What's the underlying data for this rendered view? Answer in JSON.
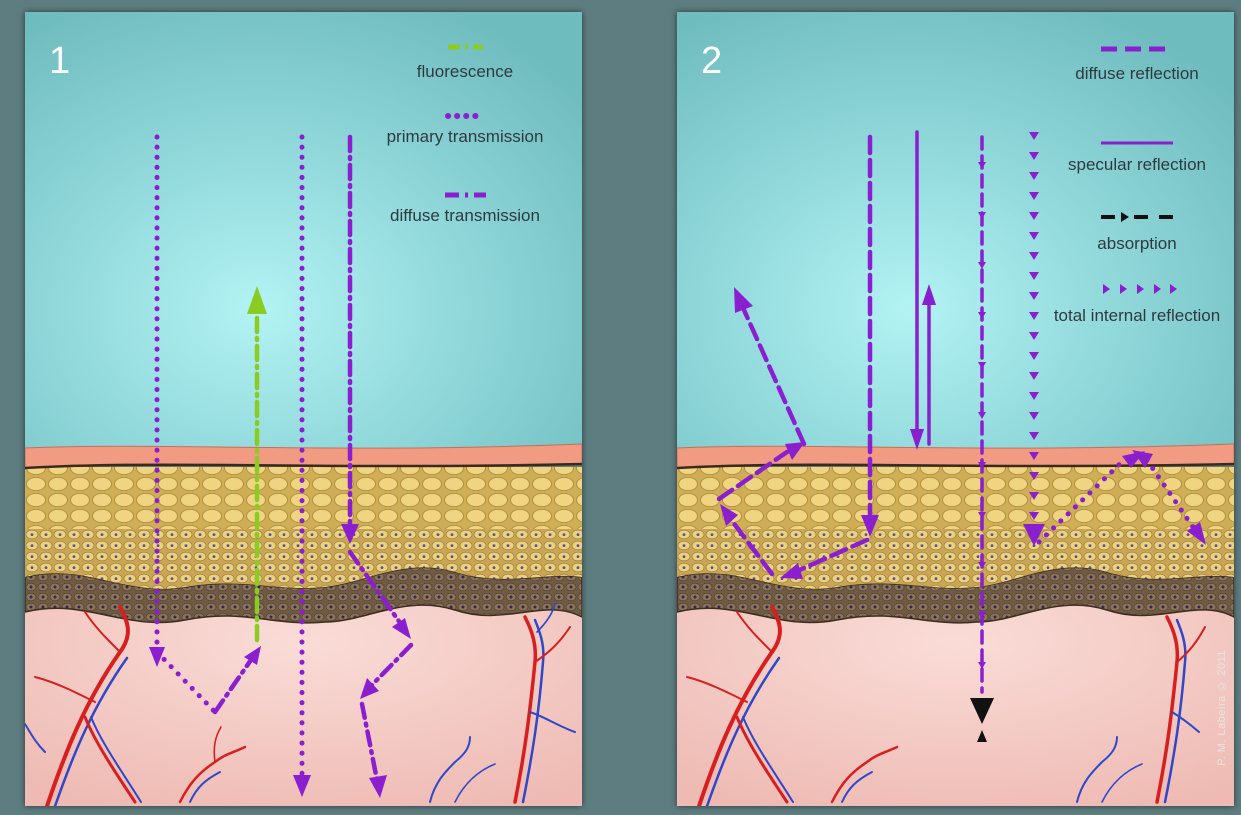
{
  "panel1": {
    "number": "1",
    "legend": {
      "fluorescence": "fluorescence",
      "primary_transmission": "primary transmission",
      "diffuse_transmission": "diffuse transmission"
    }
  },
  "panel2": {
    "number": "2",
    "legend": {
      "diffuse_reflection": "diffuse reflection",
      "specular_reflection": "specular reflection",
      "absorption": "absorption",
      "total_internal_reflection": "total internal reflection"
    },
    "credit": "P. M. Labeira © 2011"
  },
  "colors": {
    "background": "#5d7d80",
    "sky_top": "#7fc9cb",
    "sky_glow": "#aeeff0",
    "stratum_corneum": "#f09a80",
    "epidermis": "#d8b960",
    "dermis": "#f2c8c3",
    "light_arrow": "#8a1fd0",
    "fluorescence_arrow": "#8acc22",
    "absorption_arrow": "#111111",
    "artery": "#d41f1f",
    "vein": "#2f47c8"
  }
}
